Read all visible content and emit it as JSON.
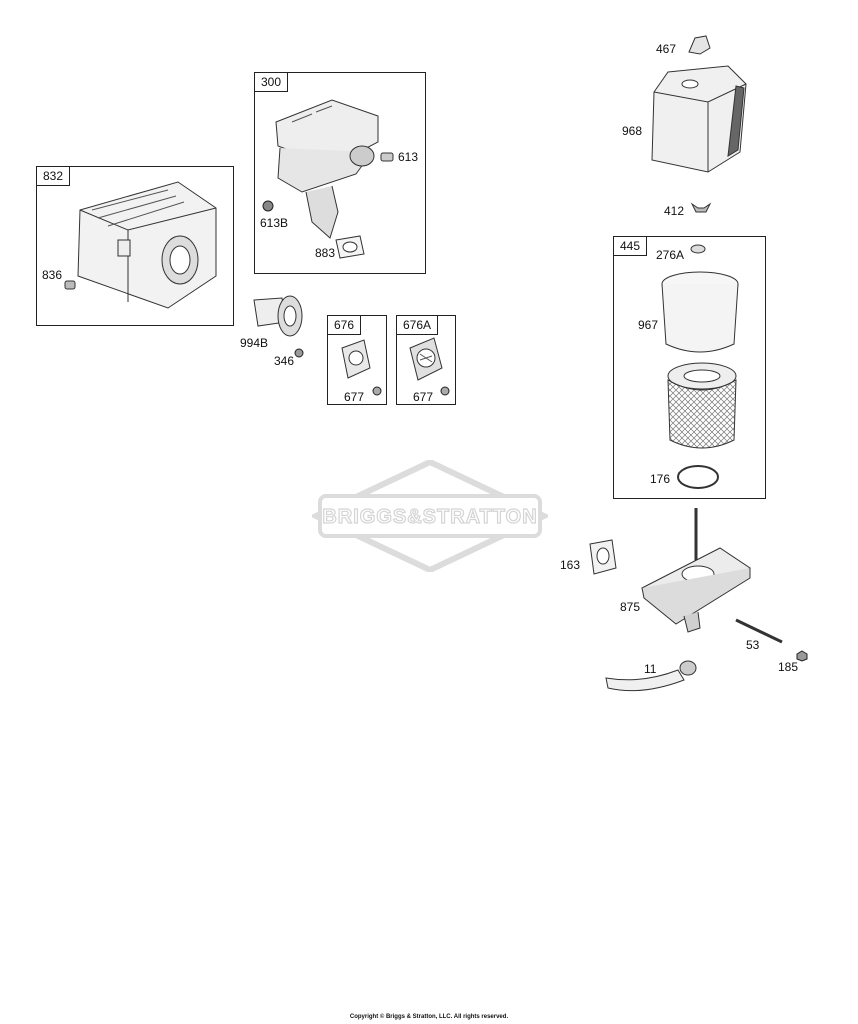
{
  "watermark": {
    "brand": "BRIGGS&STRATTON"
  },
  "copyright": "Copyright © Briggs & Stratton, LLC. All rights reserved.",
  "boxes": {
    "muffler_guard": "832",
    "muffler": "300",
    "deflector": "676",
    "deflector_a": "676A",
    "air_filter_kit": "445"
  },
  "labels": {
    "p836": "836",
    "p613": "613",
    "p613b": "613B",
    "p883": "883",
    "p994b": "994B",
    "p346": "346",
    "p677a": "677",
    "p677b": "677",
    "p467": "467",
    "p968": "968",
    "p412": "412",
    "p276a": "276A",
    "p967": "967",
    "p176": "176",
    "p163": "163",
    "p875": "875",
    "p53": "53",
    "p185": "185",
    "p11": "11"
  }
}
